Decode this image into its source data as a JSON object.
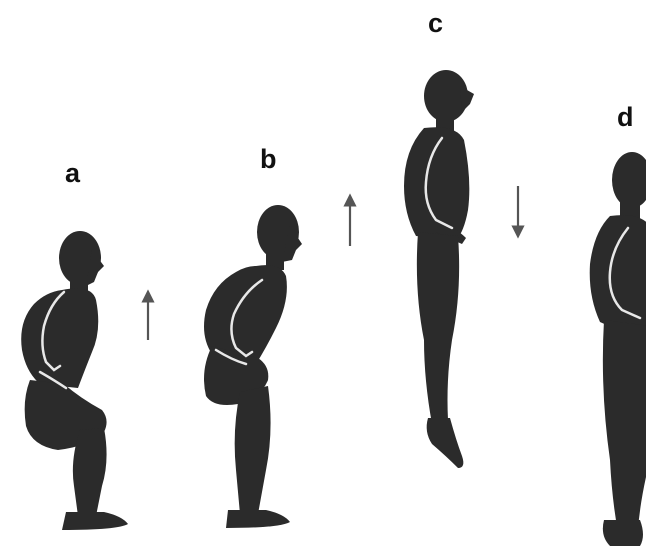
{
  "panels": [
    {
      "label": "a",
      "phase": "deep-squat"
    },
    {
      "label": "b",
      "phase": "rising"
    },
    {
      "label": "c",
      "phase": "airborne"
    },
    {
      "label": "d",
      "phase": "landing"
    }
  ],
  "arrows": [
    {
      "near": "a",
      "direction": "up"
    },
    {
      "near": "b",
      "direction": "up"
    },
    {
      "near": "c",
      "direction": "down"
    }
  ],
  "colors": {
    "background": "#ffffff",
    "silhouette": "#2b2b2b",
    "outline": "#e8e8e8",
    "arrow": "#555555",
    "label": "#111111"
  }
}
